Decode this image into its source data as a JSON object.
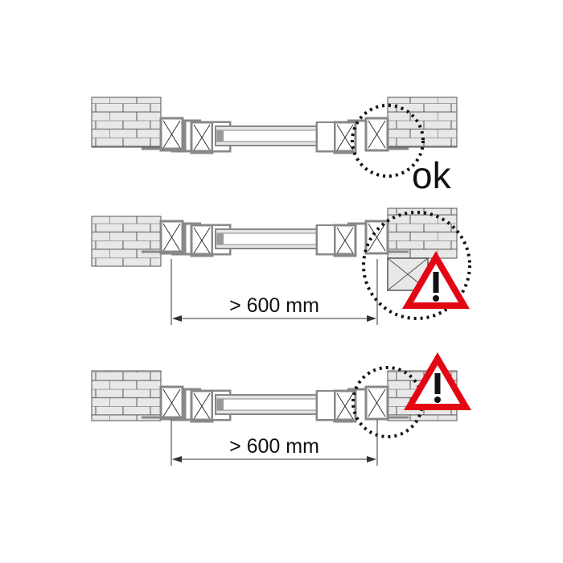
{
  "diagram": {
    "colors": {
      "brick_fill": "#e8e8e8",
      "brick_line": "#555555",
      "frame": "#888888",
      "frame_inner": "#ffffff",
      "glass": "#e6e6e6",
      "warning_red": "#e30613",
      "dotted": "#111111",
      "text": "#111111"
    },
    "rows": [
      {
        "id": "row-ok",
        "status_label": "ok",
        "status": "ok"
      },
      {
        "id": "row-anchor-block",
        "dimension_label": "> 600 mm",
        "status": "warning"
      },
      {
        "id": "row-brick-overlap",
        "dimension_label": "> 600 mm",
        "status": "warning"
      }
    ],
    "warning_icon": {
      "symbol": "!"
    }
  }
}
